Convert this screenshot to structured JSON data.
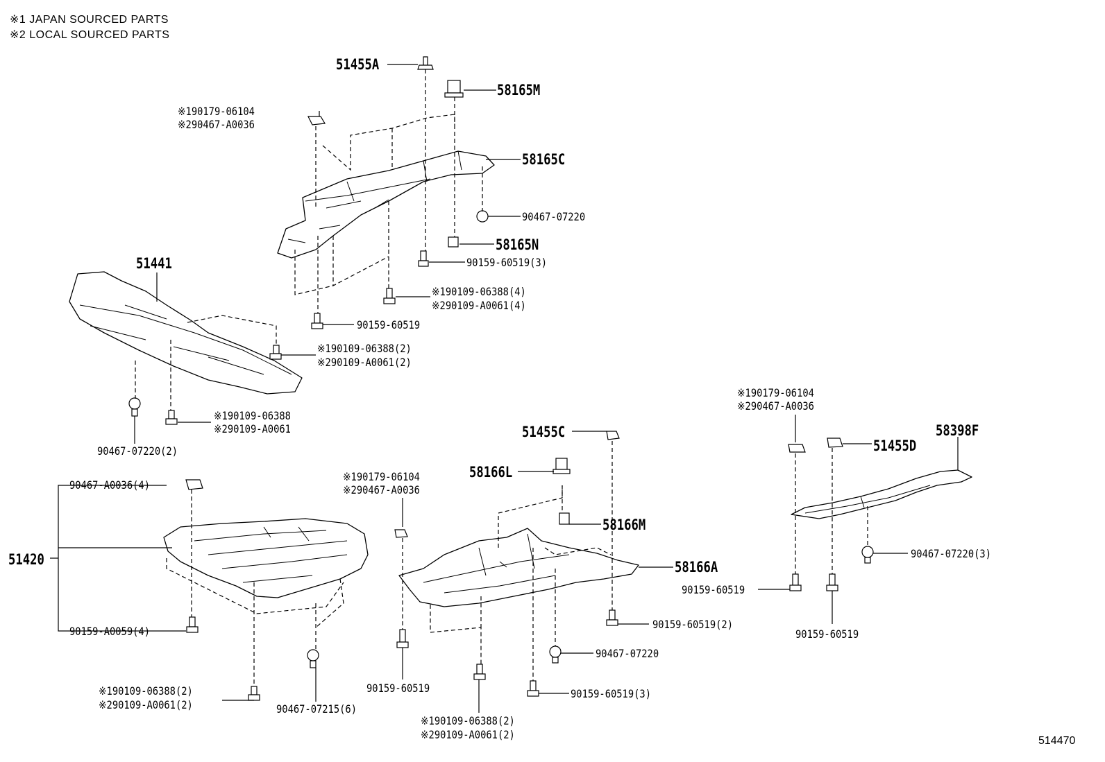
{
  "notes": {
    "note1": "※1 JAPAN SOURCED PARTS",
    "note2": "※2 LOCAL SOURCED PARTS"
  },
  "labels": {
    "l51455A": "51455A",
    "l58165M": "58165M",
    "l58165C": "58165C",
    "l58165N": "58165N",
    "l90179_top_1": "※190179-06104",
    "l90179_top_2": "※290467-A0036",
    "l90467_07220_top": "90467-07220",
    "l90159_60519_3_top": "90159-60519(3)",
    "l90109_top_1": "※190109-06388(4)",
    "l90109_top_2": "※290109-A0061(4)",
    "l90159_60519_top": "90159-60519",
    "l51441": "51441",
    "l90109_mid_1": "※190109-06388(2)",
    "l90109_mid_2": "※290109-A0061(2)",
    "l90109_left_1": "※190109-06388",
    "l90109_left_2": "※290109-A0061",
    "l90467_07220_2": "90467-07220(2)",
    "l90467_A0036_4": "90467-A0036(4)",
    "l51420": "51420",
    "l90159_A0059_4": "90159-A0059(4)",
    "l90109_bl_1": "※190109-06388(2)",
    "l90109_bl_2": "※290109-A0061(2)",
    "l90467_07215_6": "90467-07215(6)",
    "l90179_mid_1": "※190179-06104",
    "l90179_mid_2": "※290467-A0036",
    "l51455C": "51455C",
    "l58166L": "58166L",
    "l58166M": "58166M",
    "l58166A": "58166A",
    "l90159_60519_bm": "90159-60519",
    "l90109_bc_1": "※190109-06388(2)",
    "l90109_bc_2": "※290109-A0061(2)",
    "l90467_07220_bm": "90467-07220",
    "l90159_60519_3_bm": "90159-60519(3)",
    "l90159_60519_2": "90159-60519(2)",
    "l90179_right_1": "※190179-06104",
    "l90179_right_2": "※290467-A0036",
    "l58398F": "58398F",
    "l51455D": "51455D",
    "l90467_07220_3": "90467-07220(3)",
    "l90159_60519_r1": "90159-60519",
    "l90159_60519_r2": "90159-60519"
  },
  "reference": "514470"
}
